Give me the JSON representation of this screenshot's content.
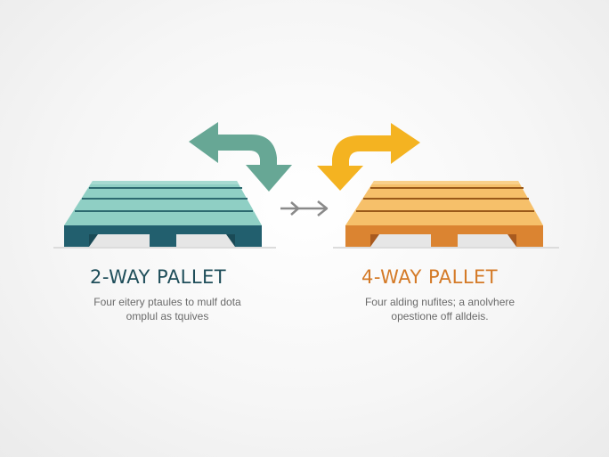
{
  "colors": {
    "teal_arrow": "#67a795",
    "teal_top": "#8fcfc4",
    "teal_slat_line": "#2d6a70",
    "teal_dark": "#225f6e",
    "teal_title": "#1f4e5a",
    "yellow_arrow": "#f4b321",
    "orange_top": "#f6c06a",
    "orange_slat_line": "#9a5a1a",
    "orange_dark": "#db8431",
    "orange_title": "#d47a27",
    "connector_gray": "#8a8a8a",
    "text_gray": "#6a6a6a"
  },
  "left_panel": {
    "title": "2-WAY PALLET",
    "description_line1": "Four eitery ptaules to mulf dota",
    "description_line2": "omplul as tquives",
    "arrow_icon": "two-way-curved-arrow-icon"
  },
  "right_panel": {
    "title": "4-WAY PALLET",
    "description_line1": "Four alding nufites; a anolvhere",
    "description_line2": "opestione off alldeis.",
    "arrow_icon": "four-way-curved-arrow-icon"
  },
  "connector": {
    "icon": "right-arrow-icon"
  }
}
